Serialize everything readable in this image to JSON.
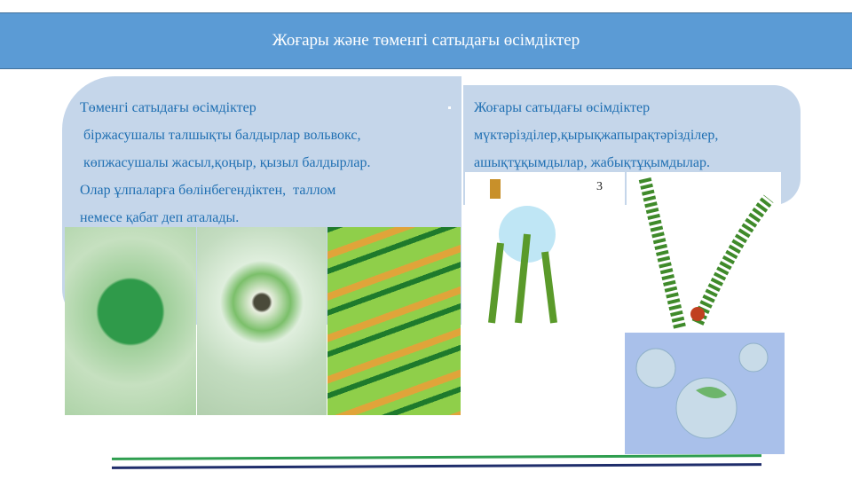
{
  "title": "Жоғары және төменгі сатыдағы өсімдіктер",
  "lower": {
    "lines": [
      "Төменгі сатыдағы өсімдіктер",
      " біржасушалы талшықты балдырлар вольвокс,",
      " көпжасушалы жасыл,қоңыр, қызыл балдырлар.",
      "Олар ұлпаларға бөлінбегендіктен,  таллом",
      "немесе қабат деп аталады."
    ]
  },
  "higher": {
    "lines": [
      "Жоғары сатыдағы өсімдіктер",
      "мүктәрізділер,қырықжапырақтәрізділер,",
      "ашықтұқымдылар, жабықтұқымдылар."
    ]
  },
  "moss_label": "3",
  "colors": {
    "header": "#5b9bd5",
    "box": "#c5d6ea",
    "text": "#1f6fb2",
    "line_green": "#2e9e4f",
    "line_navy": "#1f2d6b"
  }
}
